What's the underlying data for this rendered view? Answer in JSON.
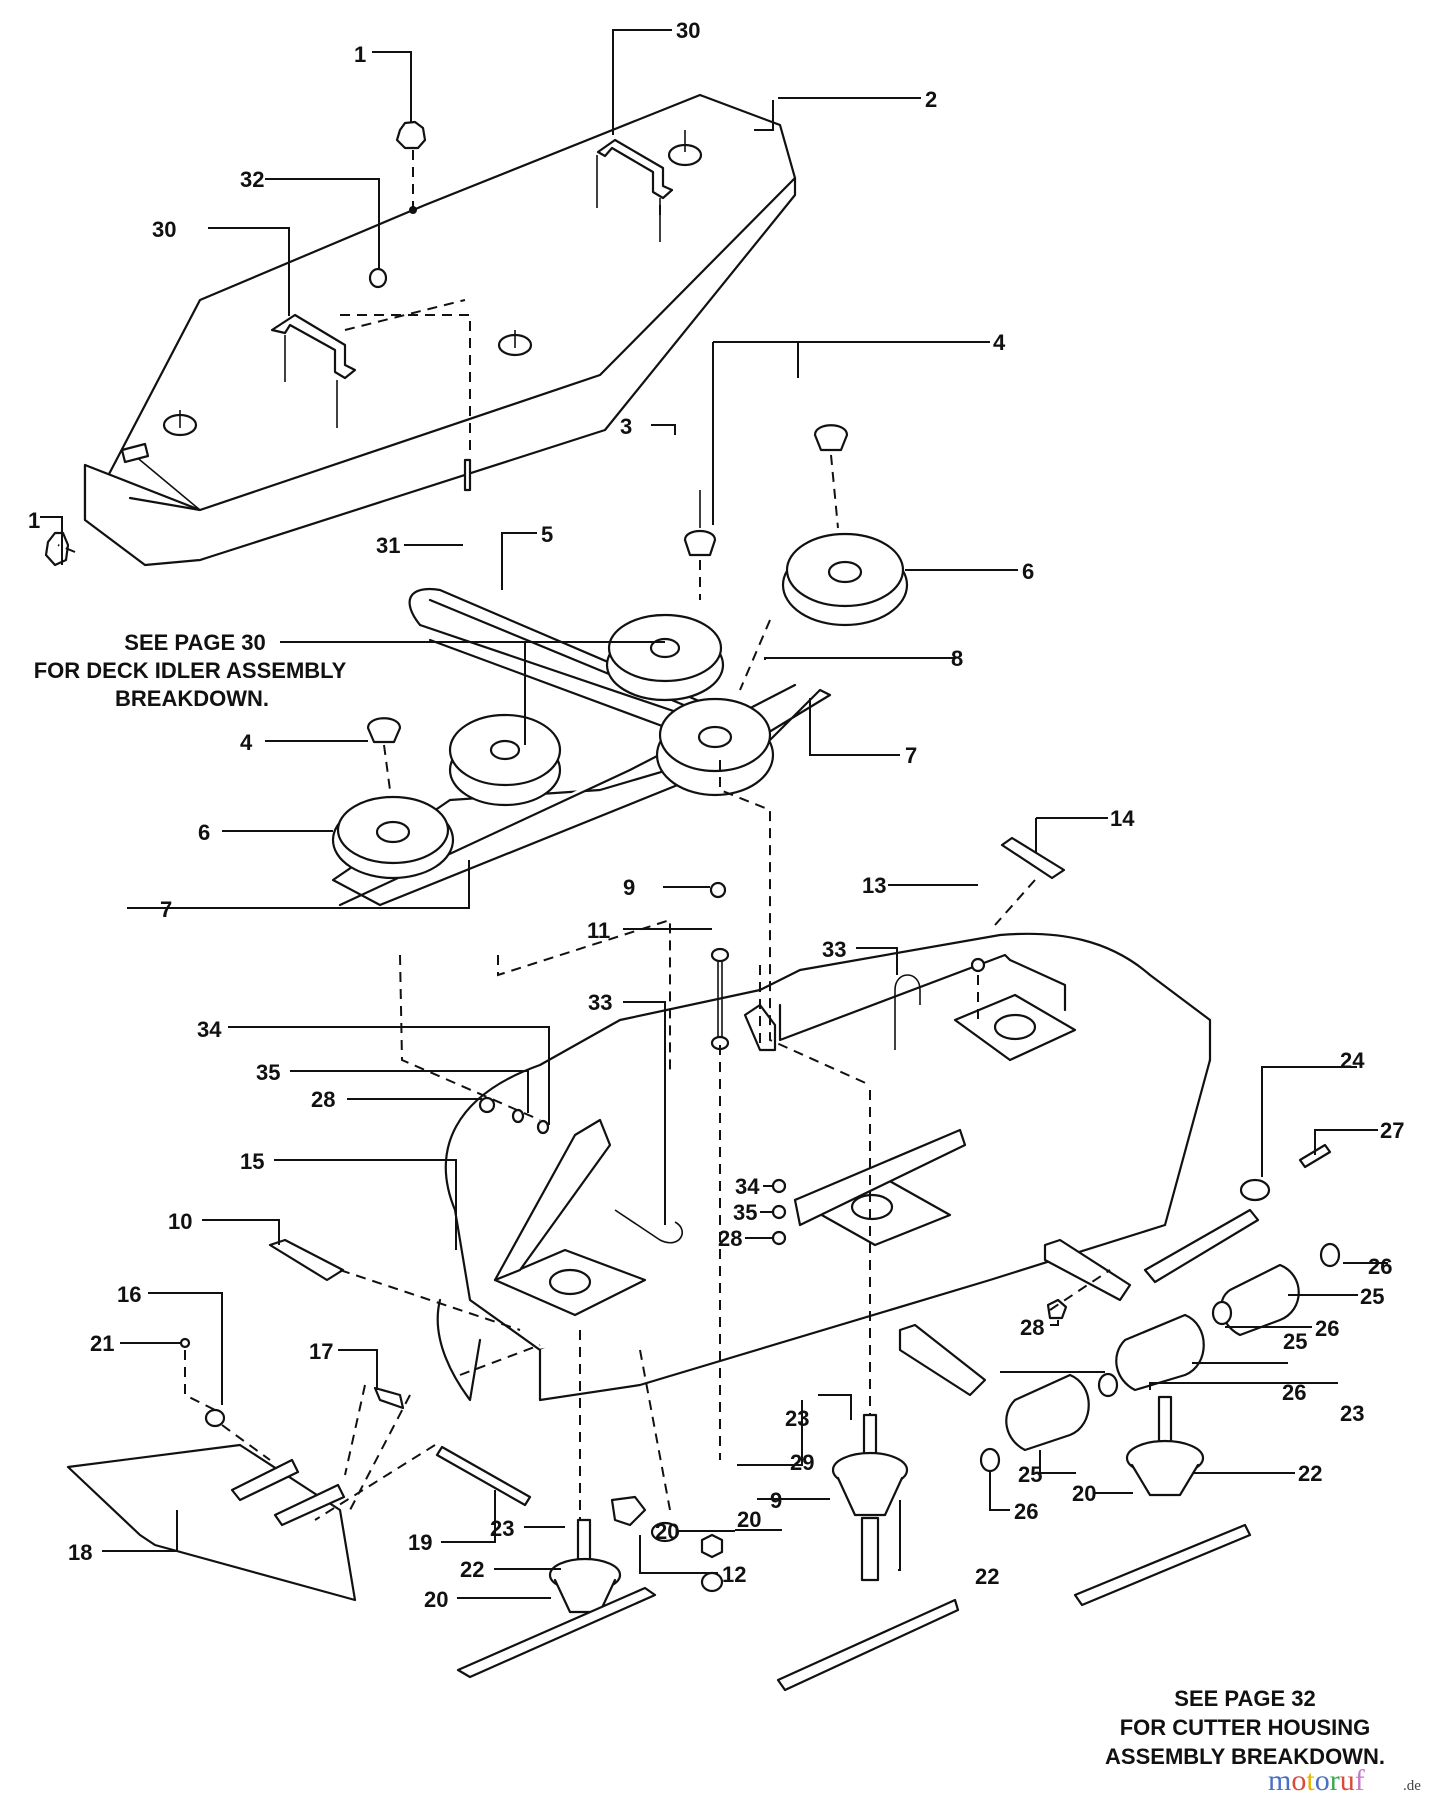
{
  "diagram": {
    "title": "Mower deck assembly - exploded parts view",
    "callouts": [
      {
        "id": "c1a",
        "label": "1"
      },
      {
        "id": "c1b",
        "label": "1"
      },
      {
        "id": "c2",
        "label": "2"
      },
      {
        "id": "c3",
        "label": "3"
      },
      {
        "id": "c4a",
        "label": "4"
      },
      {
        "id": "c4b",
        "label": "4"
      },
      {
        "id": "c5",
        "label": "5"
      },
      {
        "id": "c6a",
        "label": "6"
      },
      {
        "id": "c6b",
        "label": "6"
      },
      {
        "id": "c7a",
        "label": "7"
      },
      {
        "id": "c7b",
        "label": "7"
      },
      {
        "id": "c8",
        "label": "8"
      },
      {
        "id": "c9a",
        "label": "9"
      },
      {
        "id": "c9b",
        "label": "9"
      },
      {
        "id": "c10",
        "label": "10"
      },
      {
        "id": "c11",
        "label": "11"
      },
      {
        "id": "c12",
        "label": "12"
      },
      {
        "id": "c13",
        "label": "13"
      },
      {
        "id": "c14",
        "label": "14"
      },
      {
        "id": "c15",
        "label": "15"
      },
      {
        "id": "c16",
        "label": "16"
      },
      {
        "id": "c17",
        "label": "17"
      },
      {
        "id": "c18",
        "label": "18"
      },
      {
        "id": "c19",
        "label": "19"
      },
      {
        "id": "c20a",
        "label": "20"
      },
      {
        "id": "c20b",
        "label": "20"
      },
      {
        "id": "c20c",
        "label": "20"
      },
      {
        "id": "c20d",
        "label": "20"
      },
      {
        "id": "c21",
        "label": "21"
      },
      {
        "id": "c22a",
        "label": "22"
      },
      {
        "id": "c22b",
        "label": "22"
      },
      {
        "id": "c22c",
        "label": "22"
      },
      {
        "id": "c23a",
        "label": "23"
      },
      {
        "id": "c23b",
        "label": "23"
      },
      {
        "id": "c23c",
        "label": "23"
      },
      {
        "id": "c24",
        "label": "24"
      },
      {
        "id": "c25a",
        "label": "25"
      },
      {
        "id": "c25b",
        "label": "25"
      },
      {
        "id": "c25c",
        "label": "25"
      },
      {
        "id": "c26a",
        "label": "26"
      },
      {
        "id": "c26b",
        "label": "26"
      },
      {
        "id": "c26c",
        "label": "26"
      },
      {
        "id": "c26d",
        "label": "26"
      },
      {
        "id": "c27",
        "label": "27"
      },
      {
        "id": "c28a",
        "label": "28"
      },
      {
        "id": "c28b",
        "label": "28"
      },
      {
        "id": "c28c",
        "label": "28"
      },
      {
        "id": "c29",
        "label": "29"
      },
      {
        "id": "c30a",
        "label": "30"
      },
      {
        "id": "c30b",
        "label": "30"
      },
      {
        "id": "c31",
        "label": "31"
      },
      {
        "id": "c32",
        "label": "32"
      },
      {
        "id": "c33a",
        "label": "33"
      },
      {
        "id": "c33b",
        "label": "33"
      },
      {
        "id": "c34a",
        "label": "34"
      },
      {
        "id": "c34b",
        "label": "34"
      },
      {
        "id": "c35a",
        "label": "35"
      },
      {
        "id": "c35b",
        "label": "35"
      }
    ],
    "notes": {
      "idler": [
        "SEE PAGE 30",
        "FOR DECK IDLER ASSEMBLY",
        "BREAKDOWN."
      ],
      "cutter": [
        "SEE PAGE 32",
        "FOR CUTTER HOUSING",
        "ASSEMBLY BREAKDOWN."
      ]
    },
    "watermark": {
      "letters": [
        "m",
        "o",
        "t",
        "o",
        "r",
        "u",
        "f"
      ],
      "colors": [
        "#4a6fc4",
        "#d94a3c",
        "#e8b400",
        "#4a6fc4",
        "#3aa84a",
        "#d94a3c",
        "#c878c8"
      ],
      "suffix": ".de"
    }
  }
}
